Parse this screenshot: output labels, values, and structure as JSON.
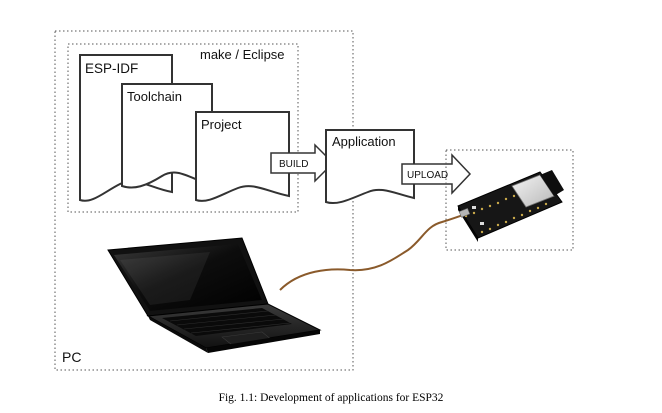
{
  "groups": {
    "pc": "PC",
    "toolchain_env": "make / Eclipse"
  },
  "documents": {
    "esp_idf": "ESP-IDF",
    "toolchain": "Toolchain",
    "project": "Project",
    "application": "Application"
  },
  "arrows": {
    "build": "BUILD",
    "upload": "UPLOAD"
  },
  "images": {
    "laptop": "laptop-illustration",
    "board": "esp32-devkit-board"
  },
  "caption": "Fig. 1.1: Development of applications for ESP32"
}
